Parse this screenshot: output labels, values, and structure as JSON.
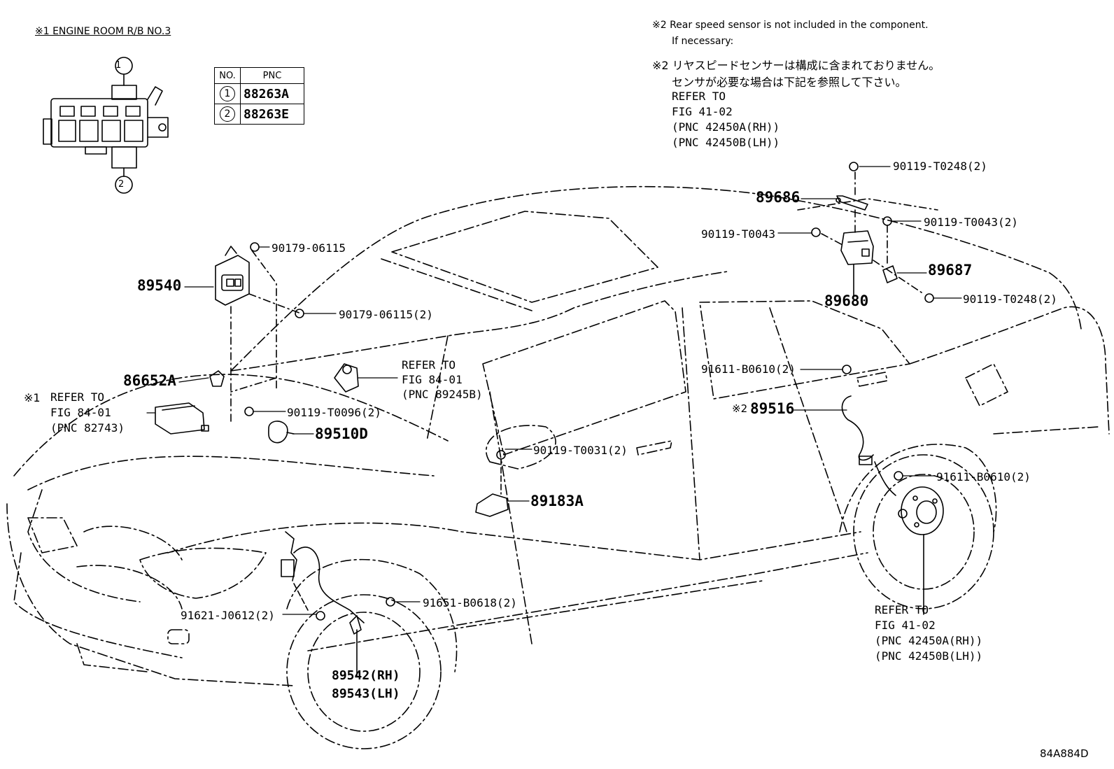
{
  "notes": {
    "engine_room": "※1 ENGINE ROOM R/B NO.3",
    "rear_en_1": "※2 Rear speed sensor is not included in the component.",
    "rear_en_2": "If necessary:",
    "rear_jp_1": "※2 リヤスピードセンサーは構成に含まれておりません。",
    "rear_jp_2": "センサが必要な場合は下記を参照して下さい。",
    "rear_ref": [
      "REFER TO",
      "FIG 41-02",
      "(PNC 42450A(RH))",
      "(PNC 42450B(LH))"
    ]
  },
  "relay_table": {
    "headers": [
      "NO.",
      "PNC"
    ],
    "rows": [
      {
        "no": "1",
        "pnc": "88263A"
      },
      {
        "no": "2",
        "pnc": "88263E"
      }
    ]
  },
  "relay_callouts": [
    "1",
    "2"
  ],
  "labels": {
    "p89686": "89686",
    "p90119_T0248_top": "90119-T0248(2)",
    "p90119_T0043_left": "90119-T0043",
    "p90119_T0043_right": "90119-T0043(2)",
    "p89687": "89687",
    "p89680": "89680",
    "p90119_T0248_right": "90119-T0248(2)",
    "p90179_06115": "90179-06115",
    "p89540": "89540",
    "p90179_06115_2": "90179-06115(2)",
    "p86652A": "86652A",
    "p90119_T0096": "90119-T0096(2)",
    "p89510D": "89510D",
    "p91611_B0610_upper": "91611-B0610(2)",
    "p89516": "89516",
    "p89516_mark": "※2",
    "p90119_T0031": "90119-T0031(2)",
    "p91611_B0610_lower": "91611-B0610(2)",
    "p89183A": "89183A",
    "p91651_B0618": "91651-B0618(2)",
    "p91621_J0612": "91621-J0612(2)",
    "p89542": "89542(RH)",
    "p89543": "89543(LH)",
    "diagram_id": "84A884D"
  },
  "refs": {
    "hood_ref": [
      "REFER TO",
      "FIG 84-01",
      "(PNC 89245B)"
    ],
    "relay_ref_mark": "※1",
    "relay_ref": [
      "REFER TO",
      "FIG 84-01",
      "(PNC 82743)"
    ],
    "wheel_ref": [
      "REFER TO",
      "FIG 41-02",
      "(PNC 42450A(RH))",
      "(PNC 42450B(LH))"
    ]
  }
}
